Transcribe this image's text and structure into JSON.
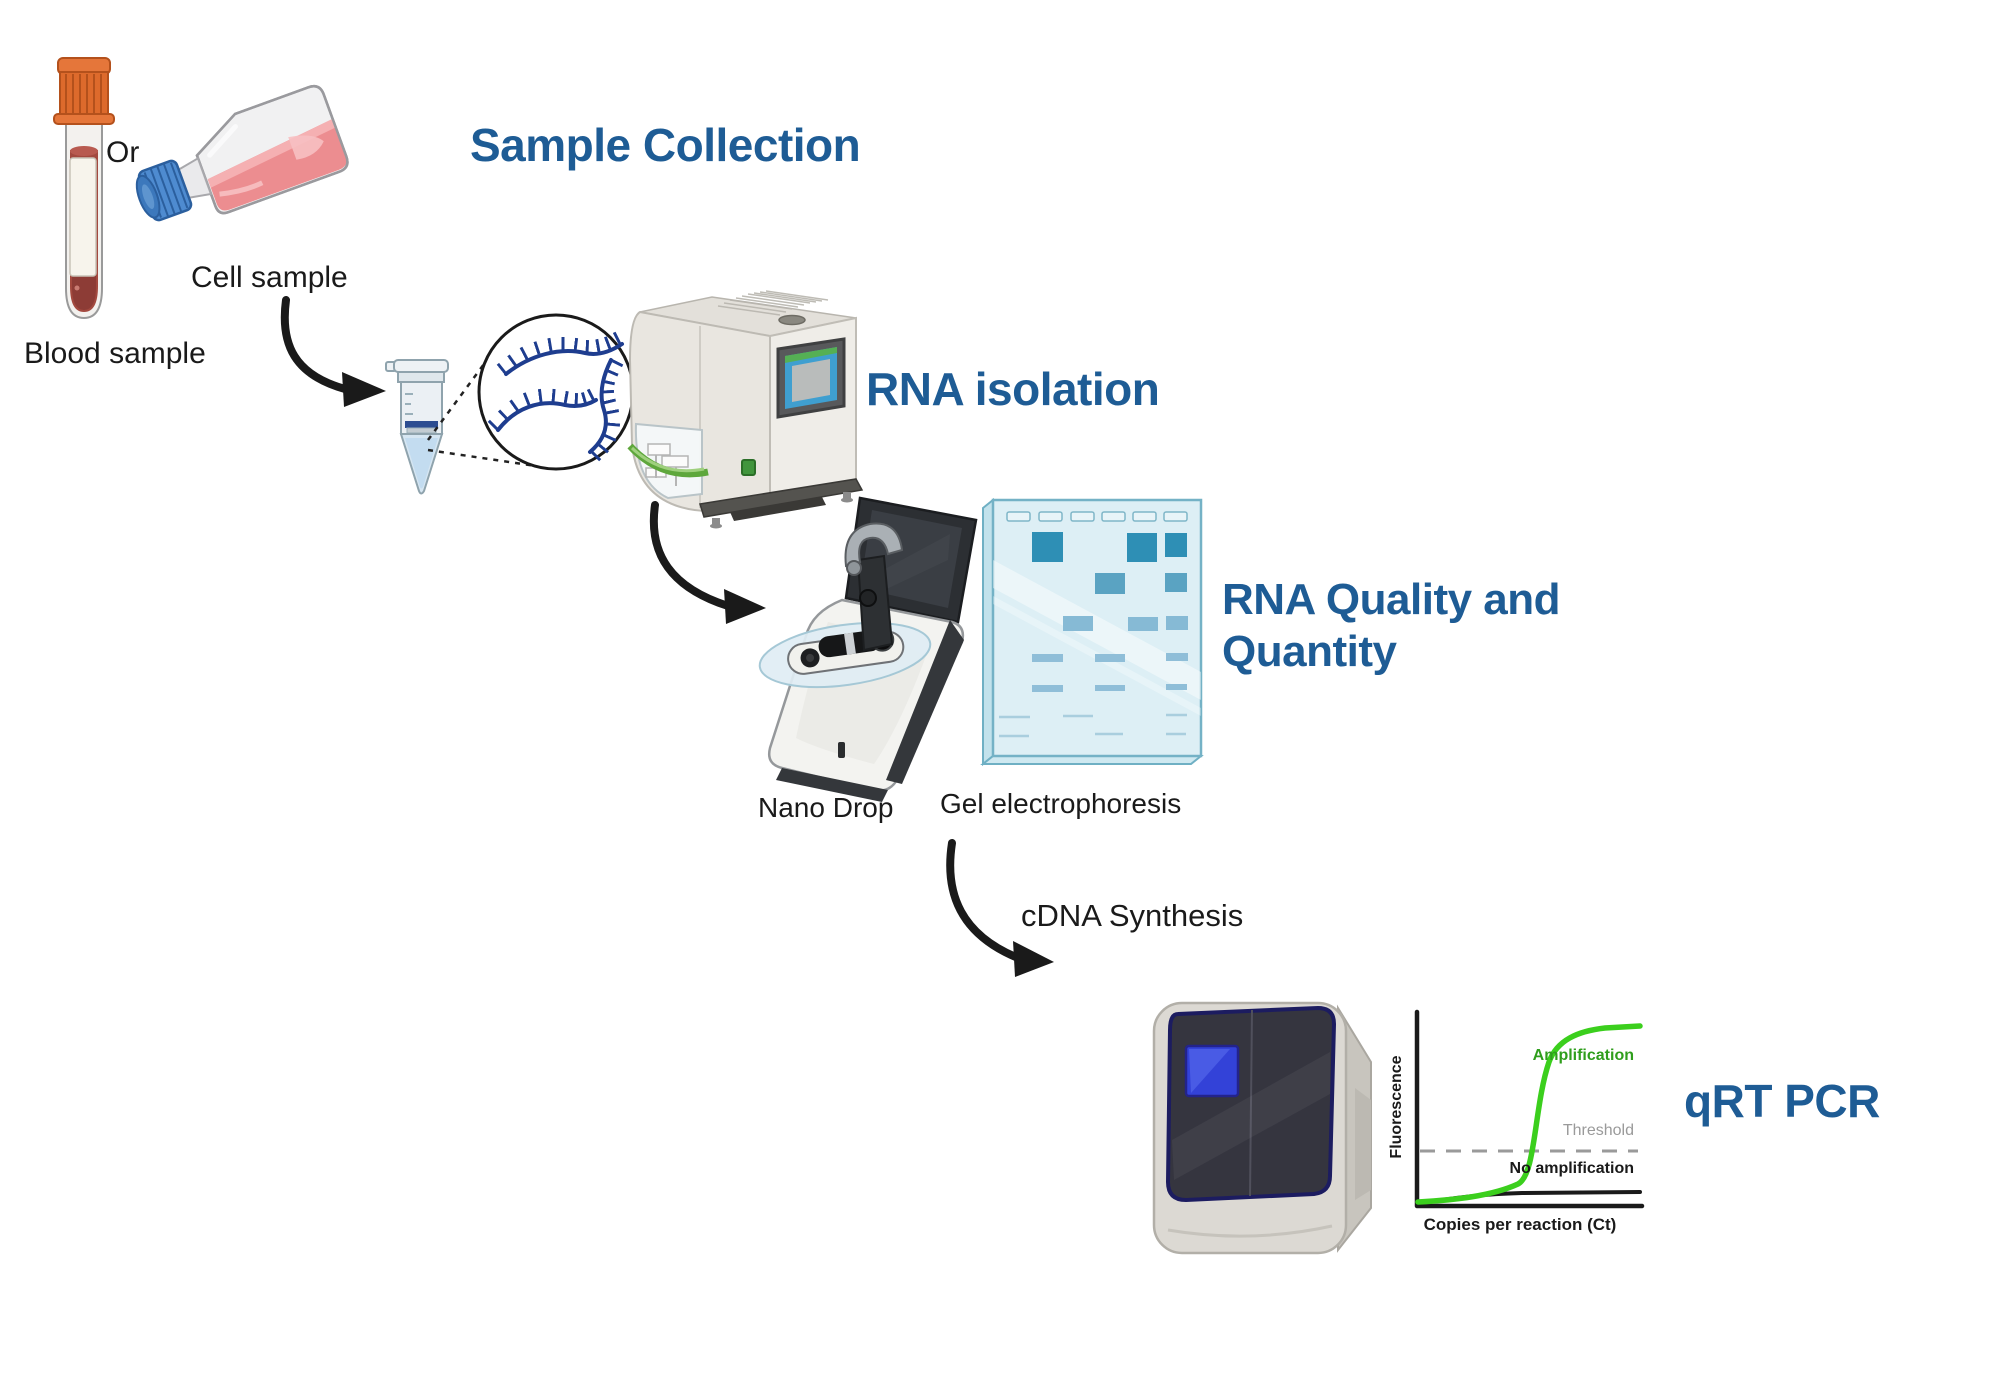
{
  "palette": {
    "heading_blue": "#1E5C95",
    "text_black": "#1A1A1A",
    "amplification_green": "#3BCF1D",
    "threshold_gray": "#999999",
    "rna_navy": "#1E3D8F",
    "gel_band_dark": "#2E8FB5",
    "gel_band_medium": "#5AA3C2",
    "gel_band_light": "#86BAD5"
  },
  "titles": {
    "sample_collection": "Sample Collection",
    "rna_isolation": "RNA isolation",
    "rna_quality_line1": "RNA Quality and",
    "rna_quality_line2": "Quantity",
    "qrt_pcr": "qRT PCR"
  },
  "labels": {
    "or": "Or",
    "blood_sample": "Blood sample",
    "cell_sample": "Cell sample",
    "nano_drop": "Nano Drop",
    "gel_electrophoresis": "Gel electrophoresis",
    "cdna_synthesis": "cDNA Synthesis"
  },
  "chart_data": {
    "type": "line",
    "title": "",
    "xlabel": "Copies per reaction (Ct)",
    "ylabel": "Fluorescence",
    "grid": false,
    "axis_ticks": "none (qualitative qPCR amplification plot)",
    "legend_position": "inline annotations",
    "series": [
      {
        "name": "Amplification",
        "color": "#3BCF1D",
        "shape": "sigmoid",
        "x": [
          0,
          5,
          10,
          15,
          18,
          20,
          22,
          24,
          26,
          30,
          35,
          40
        ],
        "y": [
          0.02,
          0.03,
          0.05,
          0.1,
          0.18,
          0.35,
          0.62,
          0.82,
          0.9,
          0.94,
          0.95,
          0.96
        ]
      },
      {
        "name": "No amplification",
        "color": "#1A1A1A",
        "shape": "flat",
        "x": [
          0,
          10,
          20,
          30,
          40
        ],
        "y": [
          0.0,
          0.04,
          0.06,
          0.07,
          0.07
        ]
      },
      {
        "name": "Threshold",
        "color": "#999999",
        "style": "dashed",
        "y_constant": 0.3
      }
    ]
  }
}
